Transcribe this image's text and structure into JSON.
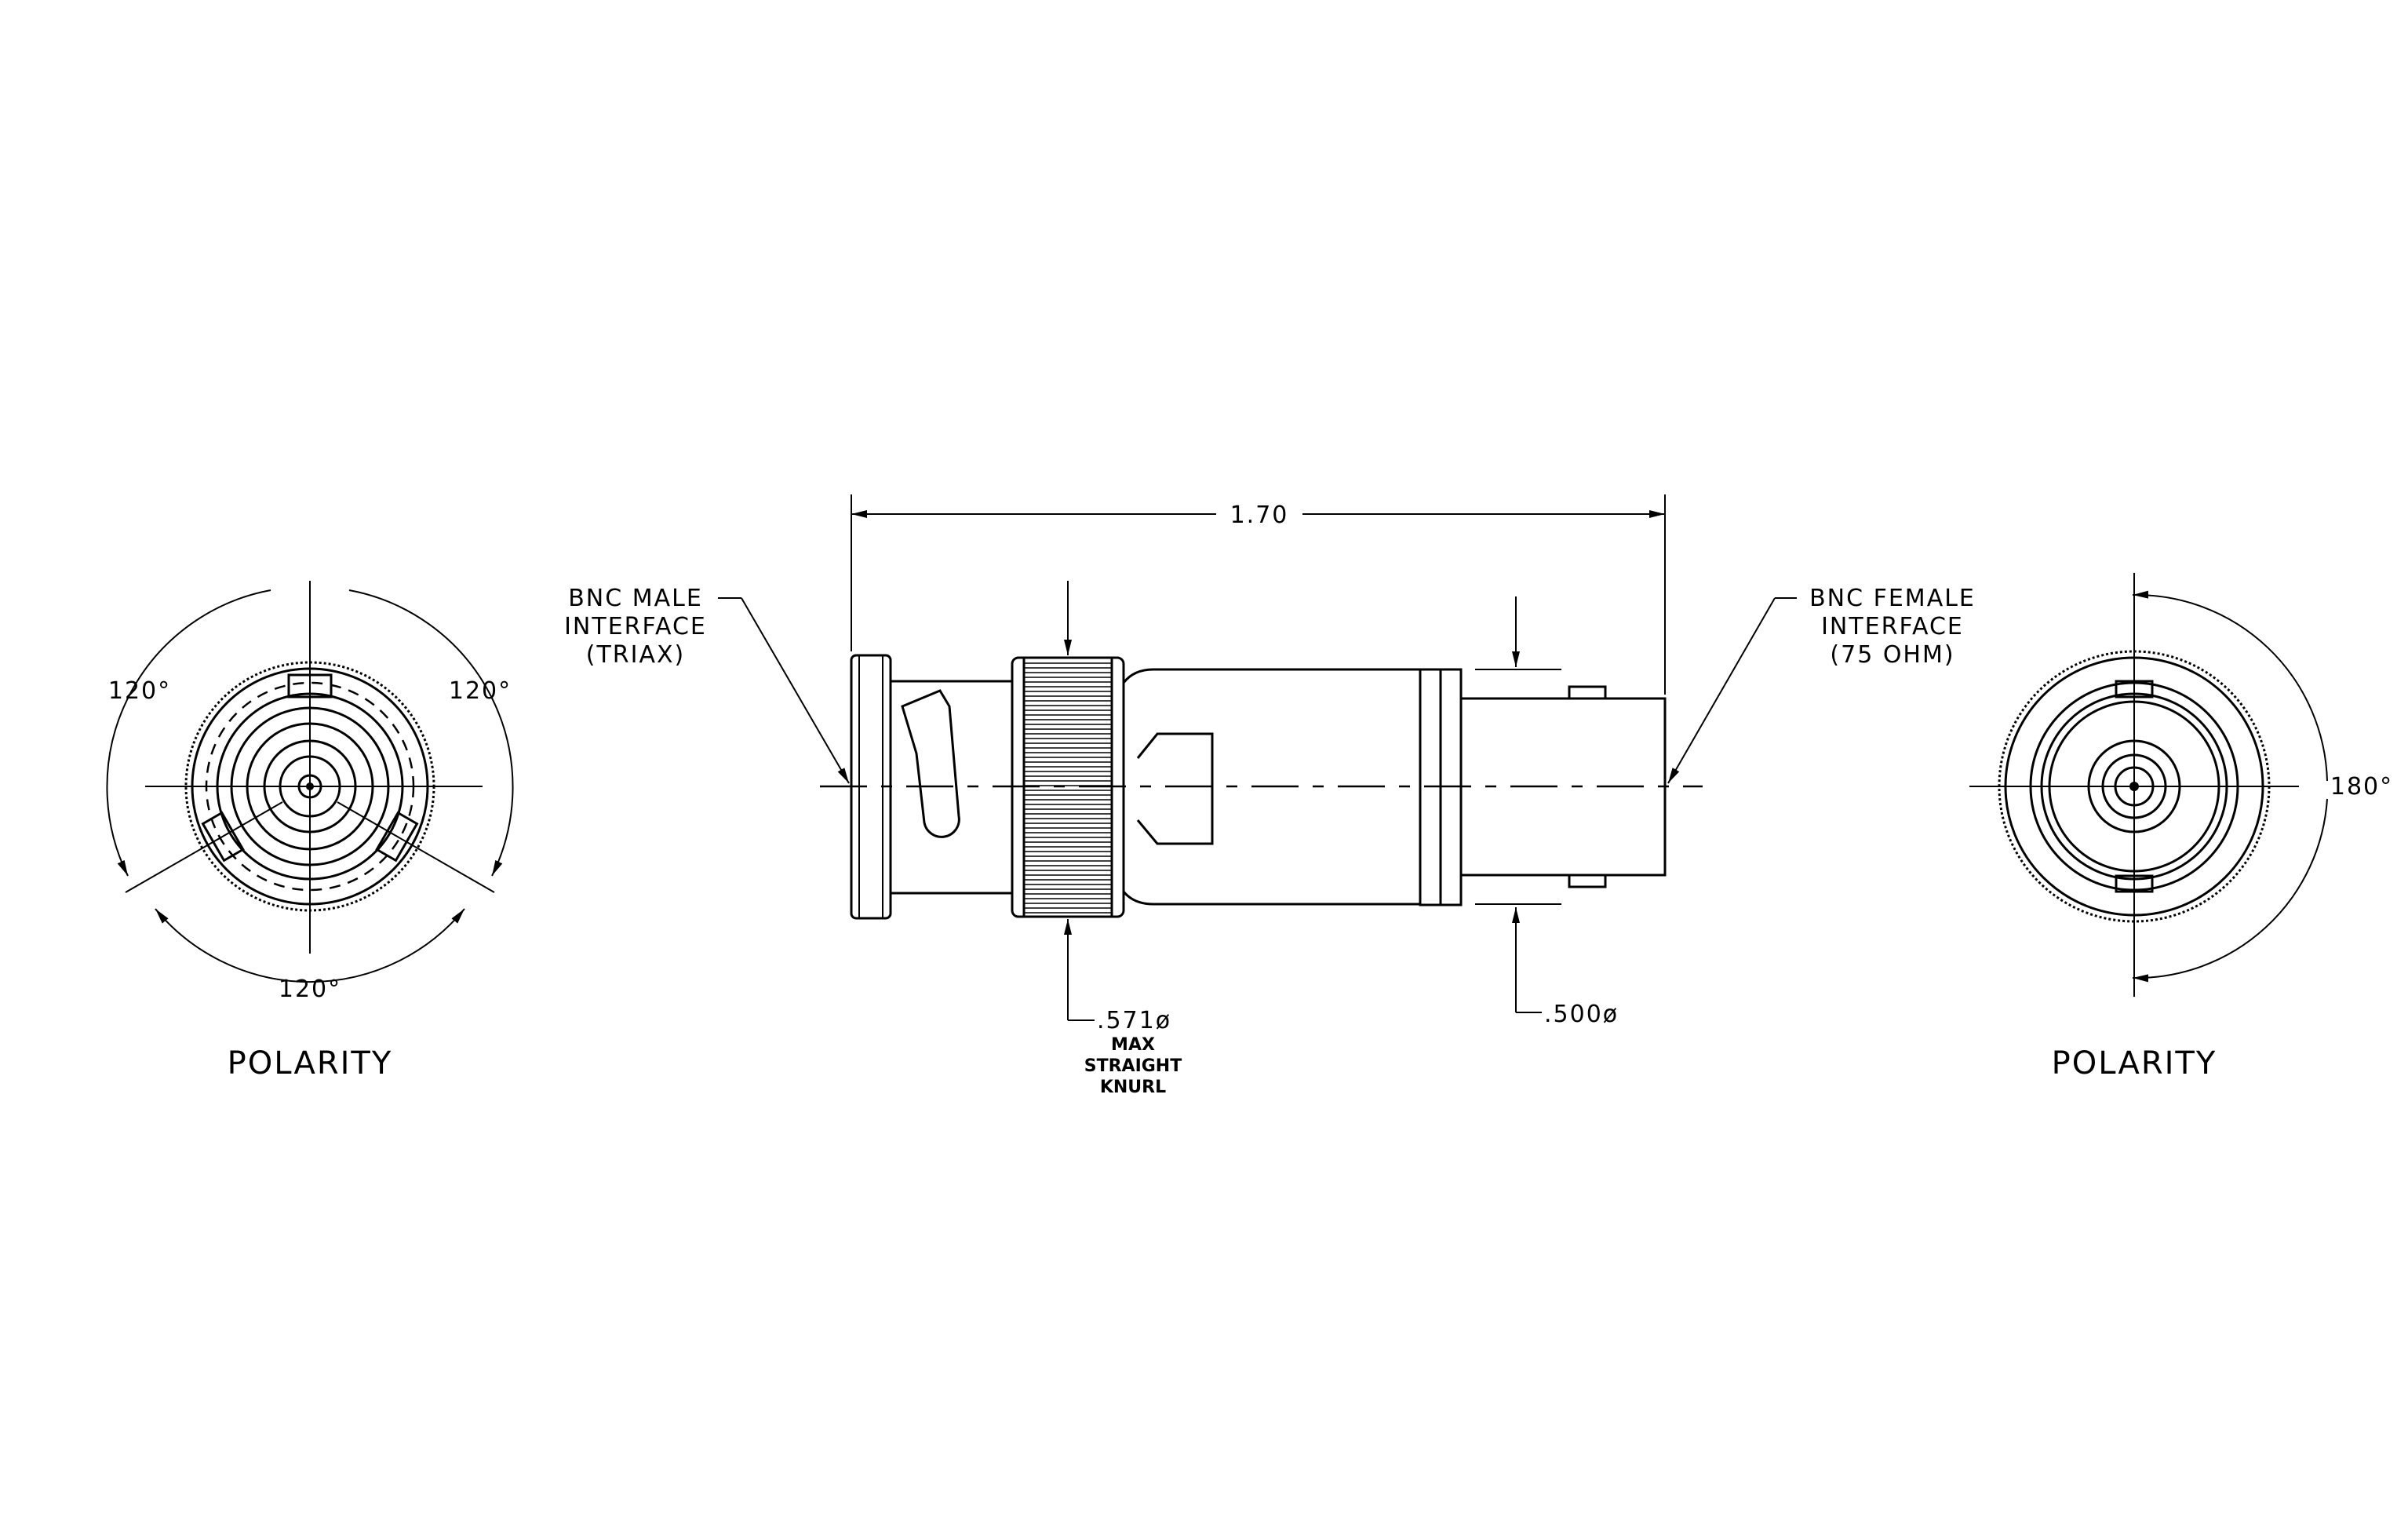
{
  "drawing": {
    "overall_length": "1.70",
    "male_interface": [
      "BNC MALE",
      "INTERFACE",
      "(TRIAX)"
    ],
    "female_interface": [
      "BNC FEMALE",
      "INTERFACE",
      "(75 OHM)"
    ],
    "knurl_diameter": ".571ø",
    "knurl_note": [
      "MAX",
      "STRAIGHT",
      "KNURL"
    ],
    "body_diameter": ".500ø",
    "left_view": {
      "angle_left": "120°",
      "angle_right": "120°",
      "angle_bottom": "120°",
      "caption": "POLARITY"
    },
    "right_view": {
      "angle": "180°",
      "caption": "POLARITY"
    }
  }
}
